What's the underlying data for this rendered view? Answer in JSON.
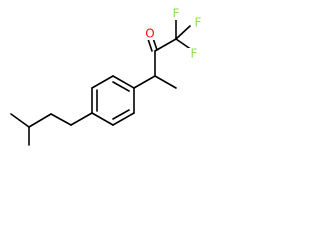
{
  "molecule": {
    "atoms": {
      "F_top": "F",
      "F_right": "F",
      "F_lower": "F",
      "O": "O"
    },
    "colors": {
      "bond": "#000000",
      "oxygen": "#ff0d0d",
      "fluorine": "#90e050",
      "background": "#ffffff"
    }
  }
}
